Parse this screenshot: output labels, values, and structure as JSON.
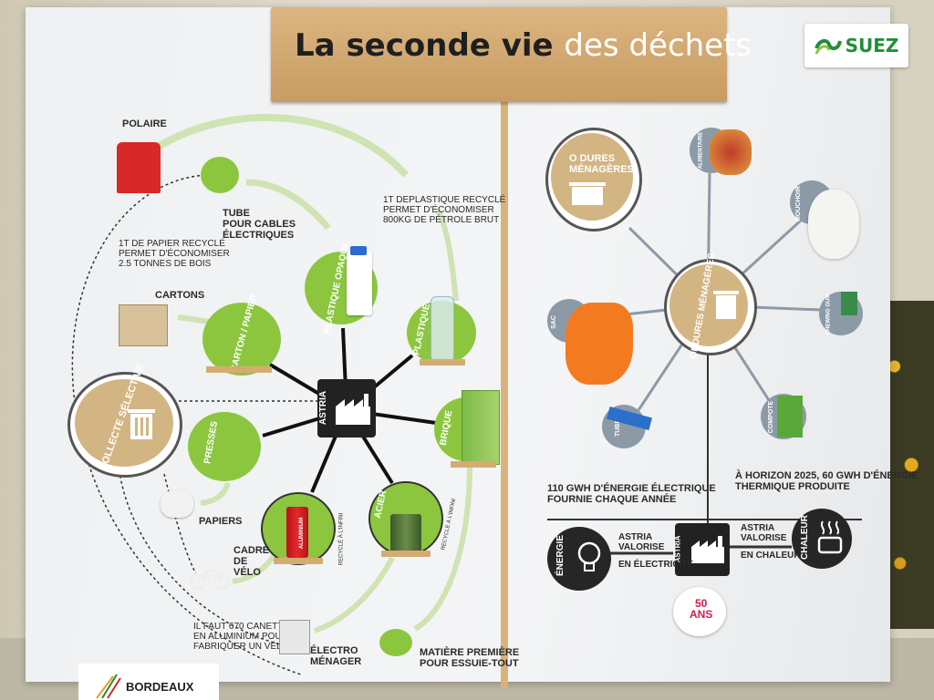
{
  "title": {
    "dark": "La seconde vie",
    "light": "des déchets"
  },
  "brand": {
    "logo": "suez-logo-icon",
    "name": "SUEZ",
    "color": "#1f8f3a"
  },
  "left_panel": {
    "hub": "ASTRIA",
    "collection": "COLLECTE SÉLECTIVE",
    "materials": [
      {
        "name": "PLASTIQUE OPAQUE"
      },
      {
        "name": "PLASTIQUE"
      },
      {
        "name": "CARTON / PAPIER"
      },
      {
        "name": "PRESSES"
      },
      {
        "name": "BRIQUE"
      },
      {
        "name": "ALUMINIUM",
        "note": "RECYCLÉ À L'INFINI"
      },
      {
        "name": "ACIER",
        "note": "RECYCLÉ À L'INFINI"
      }
    ],
    "products": {
      "polaire": "POLAIRE",
      "tube": "TUBE\nPOUR CABLES\nÉLECTRIQUES",
      "cartons": "CARTONS",
      "papiers": "PAPIERS",
      "velo": "CADRE\nDE\nVÉLO",
      "electro": "ÉLECTRO\nMÉNAGER",
      "matiere": "MATIÈRE PREMIÈRE\nPOUR ESSUIE-TOUT"
    },
    "facts": {
      "papier": "1T DE PAPIER RECYCLÉ\nPERMET D'ÉCONOMISER\n2.5 TONNES DE BOIS",
      "plastique": "1T DEPLASTIQUE RECYCLÉ\nPERMET D'ÉCONOMISER\n800KG DE PÉTROLE BRUT",
      "canettes": "IL FAUT 670 CANETTES\nEN ALUMINIUM POUR\nFABRIQUER UN VÉLO"
    }
  },
  "right_panel": {
    "ordures_top": "O DURES\nMÉNAGÈRES",
    "hub": "ORDURES MÉNAGÈRES",
    "spokes": [
      "SAC",
      "TUBE",
      "COMPOTE",
      "CHEWING GUM",
      "MOUCHOIR",
      "ALIMENTAIRE"
    ],
    "fact_electric": "110 GWH D'ÉNERGIE ÉLECTRIQUE\nFOURNIE CHAQUE ANNÉE",
    "fact_thermal": "À HORIZON 2025, 60 GWH D'ÉNERGIE\nTHERMIQUE PRODUITE",
    "energy_left": "ÉNERGIE",
    "energy_right": "CHALEUR",
    "energy_hub": "ASTRIA",
    "valorise_elec": "ASTRIA\nVALORISE",
    "elec": "EN ÉLECTRICITÉ",
    "valorise_heat": "ASTRIA\nVALORISE",
    "heat": "EN CHALEUR",
    "badge": "50\nANS"
  },
  "footer": {
    "bordeaux": "BORDEAUX"
  },
  "colors": {
    "green": "#8cc63f",
    "tan": "#c9a86e",
    "dark": "#262626"
  }
}
